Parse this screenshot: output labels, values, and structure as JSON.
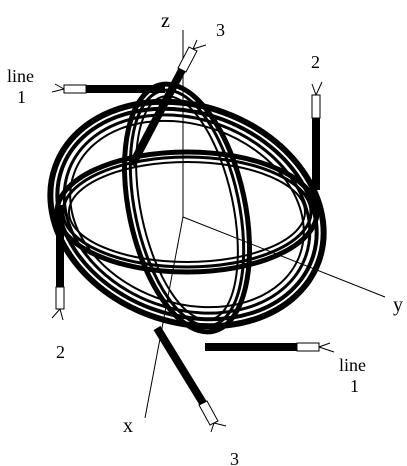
{
  "figure": {
    "axes": {
      "z": "z",
      "y": "y",
      "x": "x"
    },
    "labels": {
      "top_3": "3",
      "bottom_3": "3",
      "right_2": "2",
      "left_2": "2",
      "line1_top_word": "line",
      "line1_top_num": "1",
      "line1_bottom_word": "line",
      "line1_bottom_num": "1"
    }
  }
}
